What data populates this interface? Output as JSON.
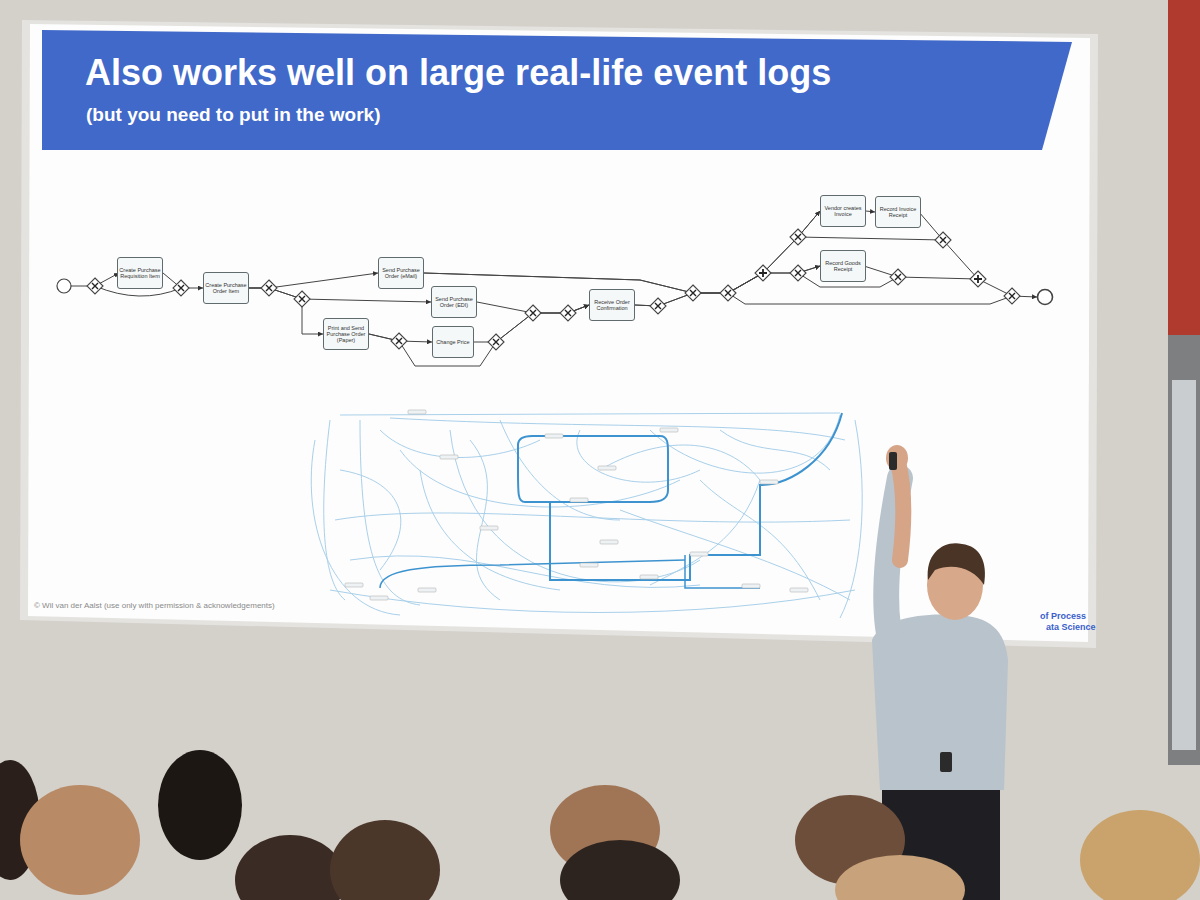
{
  "diagram": {
    "title": "Also works well on large real-life event logs",
    "nodes": [
      {
        "text": [
          "Create Purchase Requisition Item"
        ]
      },
      {
        "text": [
          "Create Purchase Order Item"
        ]
      },
      {
        "text": [
          "Send Purchase Order (eMail)"
        ]
      },
      {
        "text": [
          "Send Purchase Order (EDI)"
        ]
      },
      {
        "text": [
          "Print and Send Purchase Order (Paper)"
        ]
      },
      {
        "text": [
          "Change Price"
        ]
      },
      {
        "text": [
          "Receive Order Confirmation"
        ]
      },
      {
        "text": [
          "Vendor creates Invoice"
        ]
      },
      {
        "text": [
          "Record Invoice Receipt"
        ]
      },
      {
        "text": [
          "Record Goods Receipt"
        ]
      }
    ],
    "edges": [
      {
        "from": 0,
        "to": 1,
        "arrow": "to"
      },
      {
        "from": 1,
        "to": 2,
        "arrow": "to"
      },
      {
        "from": 1,
        "to": 3,
        "arrow": "to"
      },
      {
        "from": 1,
        "to": 4,
        "arrow": "to"
      },
      {
        "from": 4,
        "to": 5,
        "arrow": "to"
      },
      {
        "from": 3,
        "to": 6,
        "arrow": "to"
      },
      {
        "from": 5,
        "to": 6,
        "arrow": "to"
      },
      {
        "from": 4,
        "to": 6,
        "arrow": "to"
      },
      {
        "from": 2,
        "to": 7,
        "arrow": "to"
      },
      {
        "from": 2,
        "to": 9,
        "arrow": "to"
      },
      {
        "from": 6,
        "to": 7,
        "arrow": "to"
      },
      {
        "from": 6,
        "to": 9,
        "arrow": "to"
      },
      {
        "from": 7,
        "to": 8,
        "arrow": "to"
      }
    ],
    "labels": [
      "(but you need to put in the work)",
      "© Wil van der Aalst (use only with permission & acknowledgements)",
      "of Process",
      "ata Science"
    ]
  }
}
